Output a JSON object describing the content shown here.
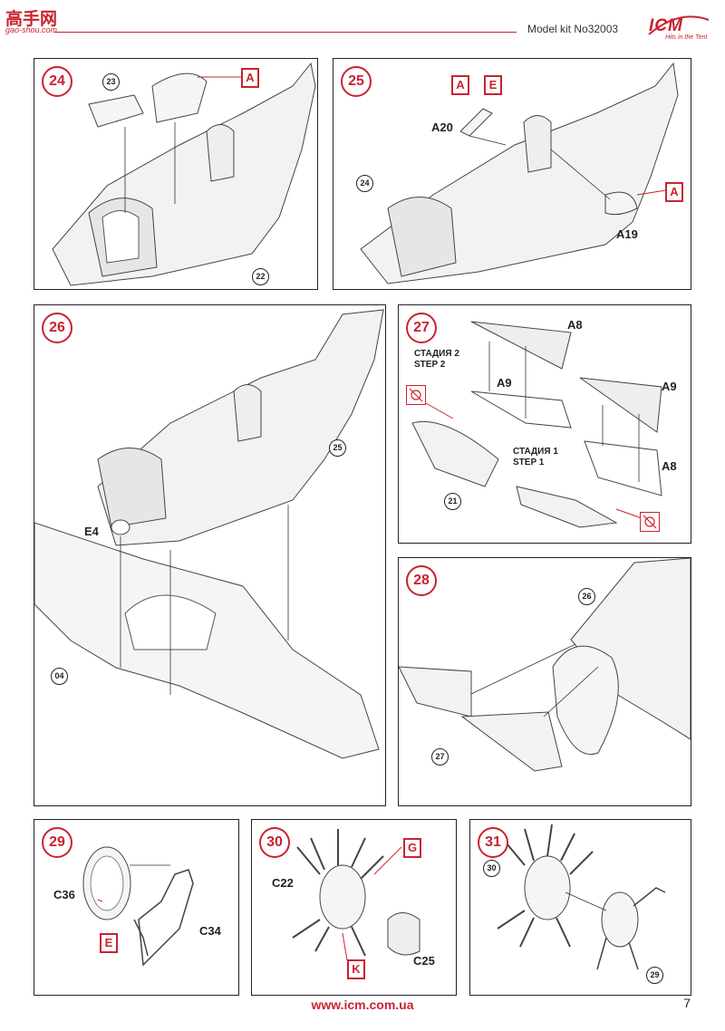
{
  "header": {
    "logo_text": "高手网",
    "logo_sub": "gao-shou.com",
    "kit_title": "Model kit No32003",
    "brand": "ICM",
    "brand_slogan": "Hits in the Tent",
    "accent_color": "#c9232f"
  },
  "panels": {
    "p24": {
      "step": "24",
      "refs": [
        "23",
        "22"
      ],
      "flags": [
        "A"
      ]
    },
    "p25": {
      "step": "25",
      "flags": [
        "A",
        "E",
        "A"
      ],
      "labels": [
        "A20",
        "A19"
      ],
      "refs": [
        "24"
      ]
    },
    "p26": {
      "step": "26",
      "labels": [
        "E4"
      ],
      "refs": [
        "25",
        "04"
      ]
    },
    "p27": {
      "step": "27",
      "labels": [
        "A8",
        "A9",
        "A9",
        "A8"
      ],
      "stage2": "СТАДИЯ 2",
      "step2": "STEP 2",
      "stage1": "СТАДИЯ 1",
      "step1": "STEP 1",
      "refs": [
        "21"
      ],
      "glue_icon": "no-glue-icon"
    },
    "p28": {
      "step": "28",
      "refs": [
        "26",
        "27"
      ]
    },
    "p29": {
      "step": "29",
      "labels": [
        "C36",
        "C34"
      ],
      "flags": [
        "E"
      ]
    },
    "p30": {
      "step": "30",
      "labels": [
        "C22",
        "C25"
      ],
      "flags": [
        "G",
        "K"
      ]
    },
    "p31": {
      "step": "31",
      "refs": [
        "30",
        "29"
      ]
    }
  },
  "footer": {
    "url": "www.icm.com.ua",
    "page_number": "7"
  }
}
